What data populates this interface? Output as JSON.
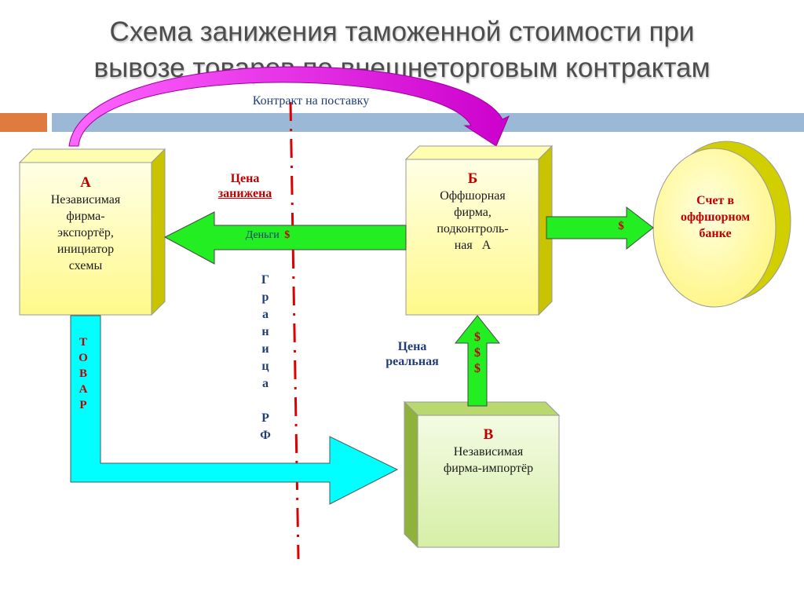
{
  "title": {
    "line1": "Схема занижения таможенной стоимости при",
    "line2": "вывозе товаров по внешнеторговым контрактам"
  },
  "labels": {
    "contract": "Контракт на поставку",
    "price_lowered_1": "Цена",
    "price_lowered_2": "занижена",
    "money": "Деньги",
    "money_symbol": "$",
    "offshore_dollar": "$",
    "price_real_1": "Цена",
    "price_real_2": "реальная",
    "import_dollars": [
      "$",
      "$",
      "$"
    ],
    "goods_letters": [
      "Т",
      "О",
      "В",
      "А",
      "Р"
    ],
    "border_letters": [
      "Г",
      "р",
      "а",
      "н",
      "и",
      "ц",
      "а",
      "",
      "Р",
      "Ф"
    ]
  },
  "box_a": {
    "letter": "А",
    "line1": "Независимая",
    "line2": "фирма-",
    "line3": "экспортёр,",
    "line4": "инициатор",
    "line5": "схемы"
  },
  "box_b": {
    "letter": "Б",
    "line1": "Оффшорная",
    "line2": "фирма,",
    "line3": "подконтроль-",
    "line4": "ная   А"
  },
  "box_c": {
    "letter": "В",
    "line1": "Независимая",
    "line2": "фирма-импортёр"
  },
  "bank": {
    "line1": "Счет в",
    "line2": "оффшорном",
    "line3": "банке"
  },
  "colors": {
    "title": "#4d4d4d",
    "accent_orange": "#e07b3f",
    "accent_blue": "#9bb8d6",
    "box_face": "#fffb9d",
    "box_side": "#c8c400",
    "box_c_face": "#e6f6c2",
    "box_c_side": "#8fb23a",
    "arrow_green": "#22ee22",
    "arrow_cyan": "#00ffff",
    "arrow_magenta": "#cc00cc",
    "label_red": "#c00000",
    "label_blue": "#1f3e78",
    "border_line": "#dd0000"
  }
}
